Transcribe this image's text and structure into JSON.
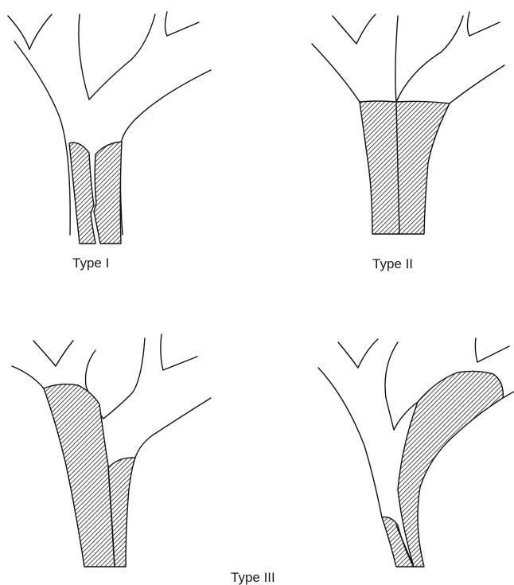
{
  "captions": {
    "type_i": "Type I",
    "type_ii": "Type II",
    "type_iii": "Type III"
  },
  "style": {
    "line_color": "#111111",
    "hatch_color": "#222222",
    "background": "#ffffff"
  }
}
